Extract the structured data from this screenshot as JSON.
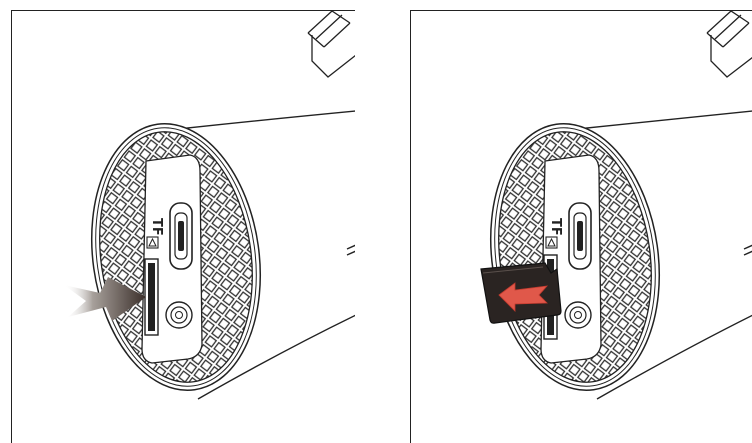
{
  "figure": {
    "panels": [
      {
        "id": "insert",
        "slot_label": "TF",
        "arrow_direction": "toward-slot",
        "card_visible": false
      },
      {
        "id": "eject",
        "slot_label": "TF",
        "arrow_direction": "away-from-slot",
        "card_visible": true
      }
    ],
    "colors": {
      "line": "#222222",
      "insert_arrow": "#4a3f39",
      "eject_arrow": "#e0584a",
      "card": "#2a2422"
    }
  }
}
